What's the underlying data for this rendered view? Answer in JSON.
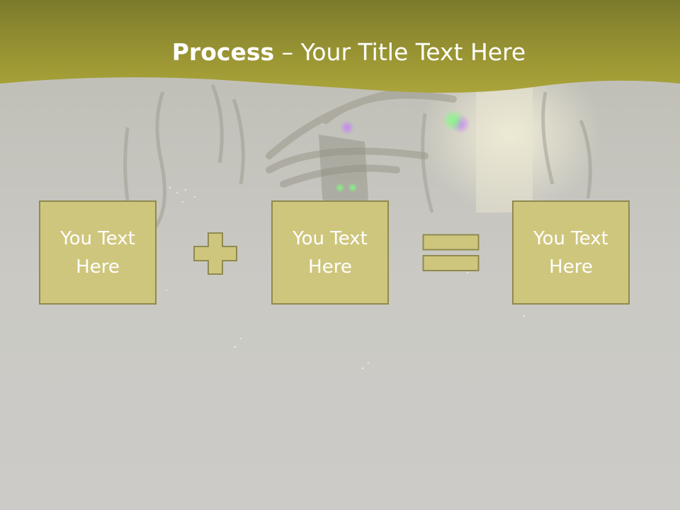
{
  "title": {
    "bold": "Process",
    "rest": " – Your Title Text Here"
  },
  "boxes": [
    {
      "text": "You Text Here"
    },
    {
      "text": "You Text Here"
    },
    {
      "text": "You Text Here"
    }
  ],
  "operators": [
    "plus-icon",
    "equals-icon"
  ],
  "colors": {
    "header": "#a39e35",
    "box_fill": "#cfc67d",
    "box_border": "#8f8a4f",
    "background": "#cbcac5"
  }
}
